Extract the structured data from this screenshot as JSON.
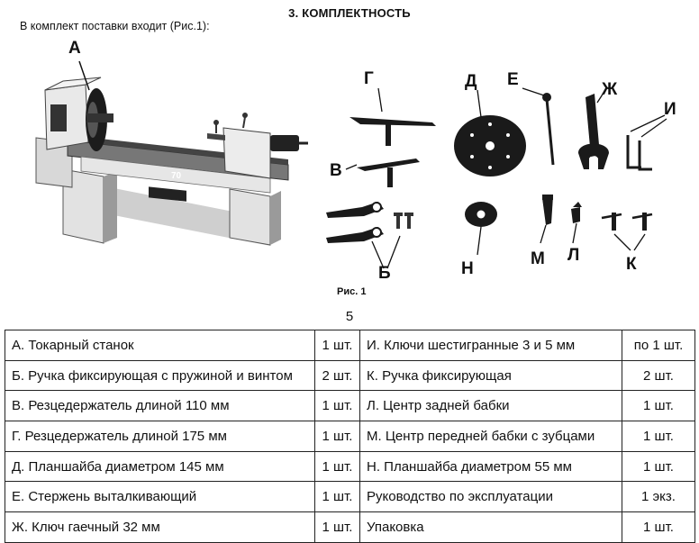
{
  "header": {
    "section_title": "3. КОМПЛЕКТНОСТЬ",
    "intro": "В комплект поставки входит (Рис.1):"
  },
  "figure": {
    "labels": {
      "a": "А",
      "g": "Г",
      "v": "В",
      "d": "Д",
      "e": "Е",
      "zh": "Ж",
      "i": "И",
      "b": "Б",
      "n": "Н",
      "m": "М",
      "l": "Л",
      "k": "К"
    },
    "machine_badge": "70",
    "caption": "Рис. 1"
  },
  "page_number": "5",
  "table": {
    "rows": [
      {
        "left_item": "А. Токарный станок",
        "left_qty": "1 шт.",
        "right_item": "И. Ключи шестигранные 3 и 5 мм",
        "right_qty": "по 1 шт."
      },
      {
        "left_item": "Б. Ручка фиксирующая с пружиной и винтом",
        "left_qty": "2 шт.",
        "right_item": "К. Ручка фиксирующая",
        "right_qty": "2 шт."
      },
      {
        "left_item": "В. Резцедержатель длиной 110 мм",
        "left_qty": "1 шт.",
        "right_item": "Л. Центр задней бабки",
        "right_qty": "1 шт."
      },
      {
        "left_item": "Г. Резцедержатель длиной 175 мм",
        "left_qty": "1 шт.",
        "right_item": "М. Центр передней бабки с зубцами",
        "right_qty": "1 шт."
      },
      {
        "left_item": "Д. Планшайба диаметром 145 мм",
        "left_qty": "1 шт.",
        "right_item": "Н. Планшайба диаметром 55 мм",
        "right_qty": "1 шт."
      },
      {
        "left_item": "Е. Стержень выталкивающий",
        "left_qty": "1 шт.",
        "right_item": "Руководство по эксплуатации",
        "right_qty": "1 экз."
      },
      {
        "left_item": "Ж. Ключ гаечный 32 мм",
        "left_qty": "1 шт.",
        "right_item": "Упаковка",
        "right_qty": "1 шт."
      }
    ]
  }
}
